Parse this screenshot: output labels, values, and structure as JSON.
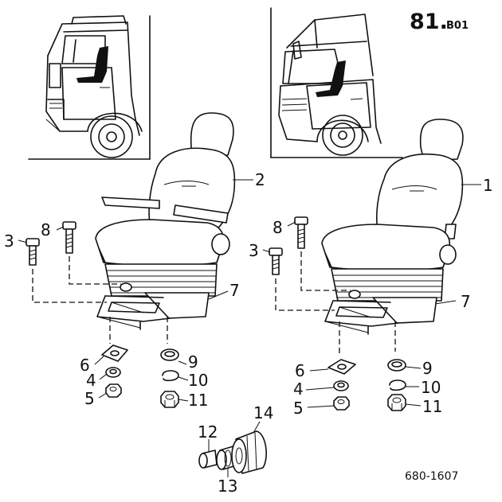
{
  "header": {
    "code_main": "81.",
    "code_sub": "B01"
  },
  "footer": {
    "ref_number": "680-1607"
  },
  "callouts": {
    "left_seat": "2",
    "right_seat": "1",
    "bolt_long": "8",
    "bolt_short": "3",
    "frame": "7",
    "bracket": "6",
    "washer_small": "4",
    "nut_small": "5",
    "washer_flat": "9",
    "snap_ring": "10",
    "nut_large": "11",
    "plug": "12",
    "knob_shaft": "13",
    "knob": "14"
  },
  "icons": {
    "left_cab": "truck-cab-icon",
    "right_cab": "truck-cab-high-roof-icon"
  }
}
